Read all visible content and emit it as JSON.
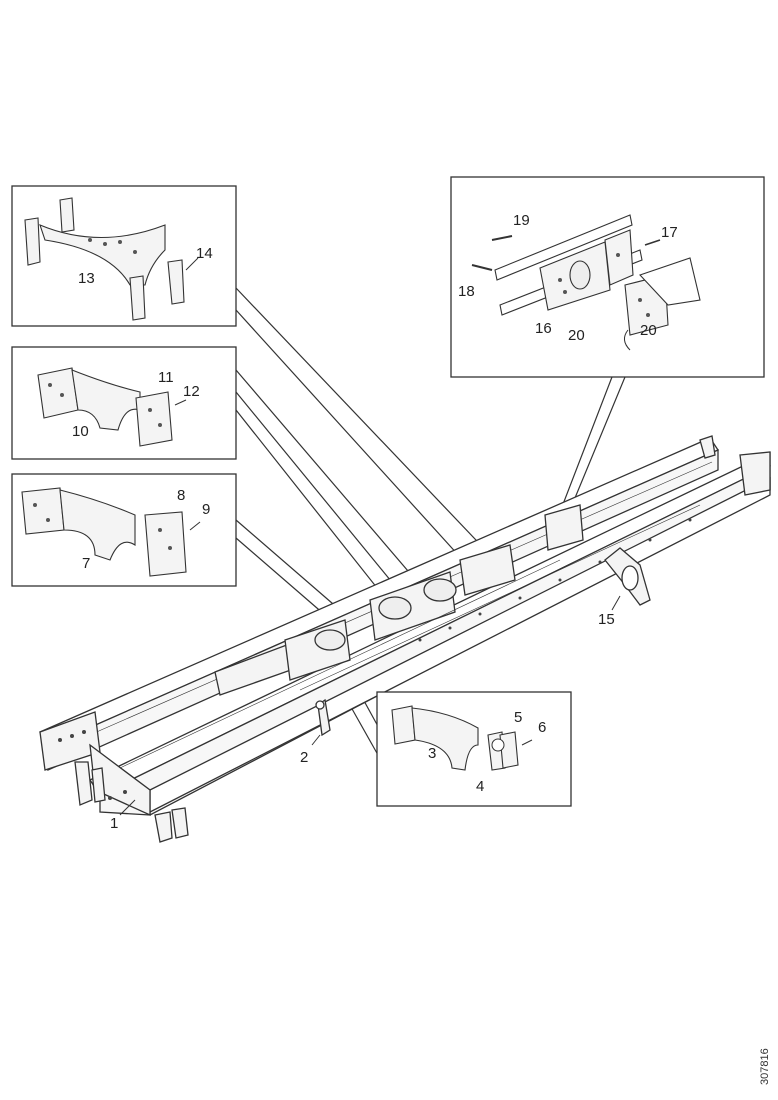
{
  "diagram": {
    "part_callouts": {
      "p1": "1",
      "p2": "2",
      "p3": "3",
      "p4": "4",
      "p5": "5",
      "p6": "6",
      "p7": "7",
      "p8": "8",
      "p9": "9",
      "p10": "10",
      "p11": "11",
      "p12": "12",
      "p13": "13",
      "p14": "14",
      "p15": "15",
      "p16": "16",
      "p17": "17",
      "p18": "18",
      "p19": "19",
      "p20a": "20",
      "p20b": "20"
    },
    "reference_code": "307816"
  },
  "colors": {
    "line": "#333333",
    "paper": "#ffffff",
    "detail_fill": "#f4f4f4"
  }
}
